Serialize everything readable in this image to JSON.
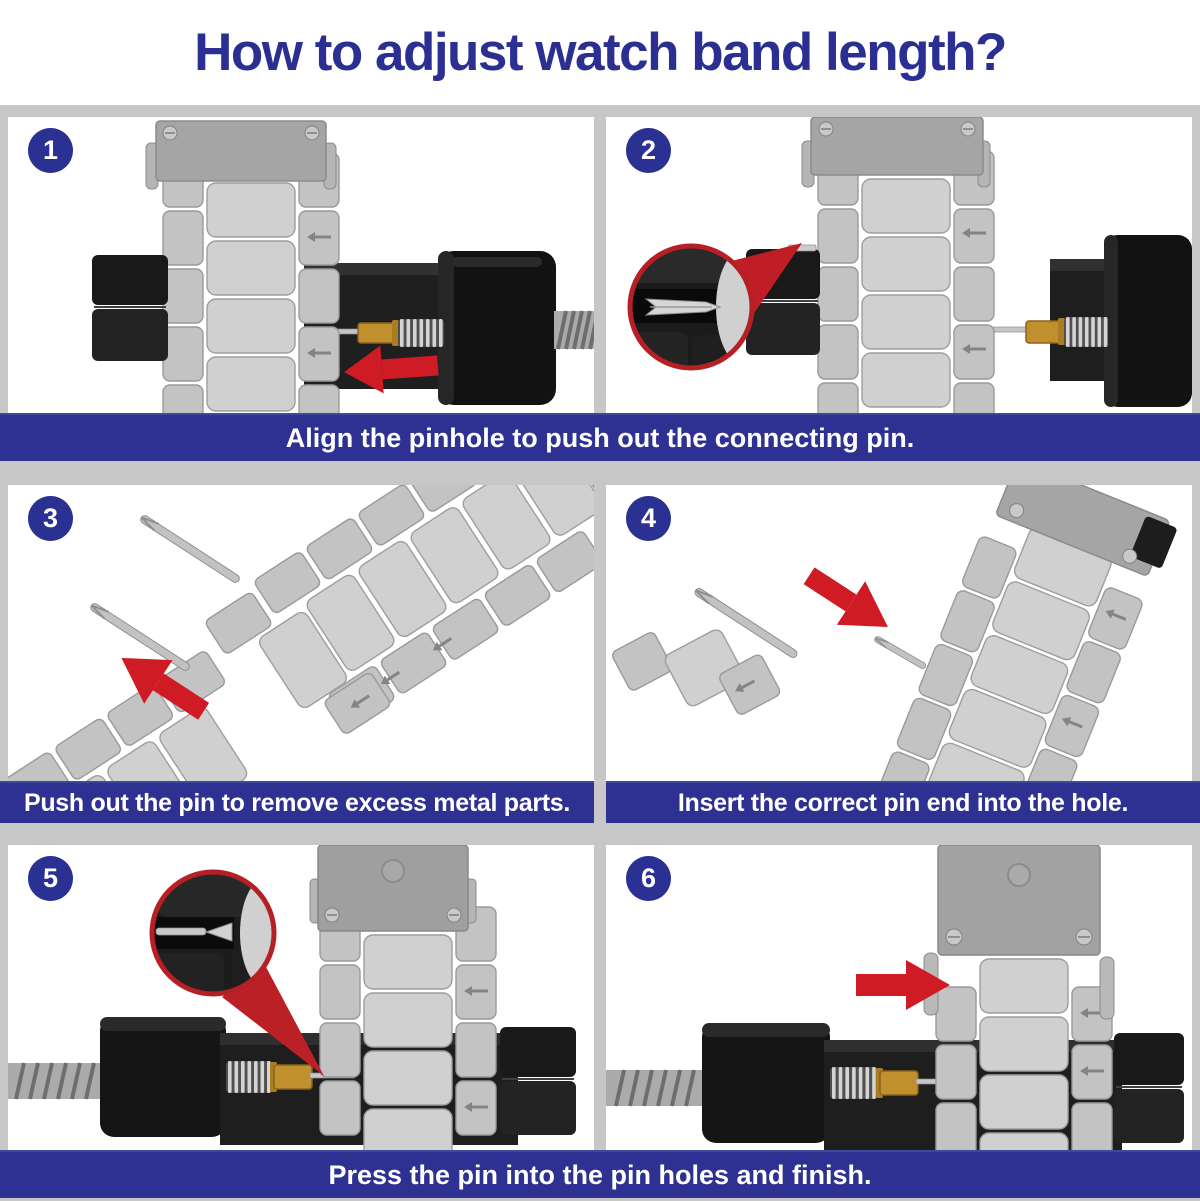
{
  "title": {
    "text": "How to adjust watch band length?"
  },
  "colors": {
    "accent_navy": "#2e3191",
    "title_blue": "#2b2f91",
    "arrow_red": "#cf1b24",
    "magnifier_border_red": "#b62025",
    "page_gray": "#c7c7c7",
    "panel_white": "#ffffff",
    "metal_silver": "#cdcdcd",
    "tool_black": "#1b1b1b",
    "brass_tip": "#c08f2e"
  },
  "steps": [
    {
      "number": "1",
      "alt": "watch band clamped in link-removal tool, pin pusher aligned from the right, red arrow pointing left"
    },
    {
      "number": "2",
      "alt": "magnified inset showing the connecting pin pushed out through the pinhole"
    },
    {
      "number": "3",
      "alt": "two removed cotter pins and a detached link with band sections, red arrow pointing away"
    },
    {
      "number": "4",
      "alt": "spare link and pin beside the band, red arrow showing the pin end entering the hole"
    },
    {
      "number": "5",
      "alt": "magnified inset of the pin entering the pin hole while the band sits in the tool"
    },
    {
      "number": "6",
      "alt": "band held in the tool with red arrow pressing the pin fully home"
    }
  ],
  "captions": {
    "row1": "Align the pinhole to push out the connecting pin.",
    "row2_left": "Push out the pin to remove excess metal parts.",
    "row2_right": "Insert the correct pin end into the hole.",
    "row3": "Press the pin into the pin holes and finish."
  }
}
